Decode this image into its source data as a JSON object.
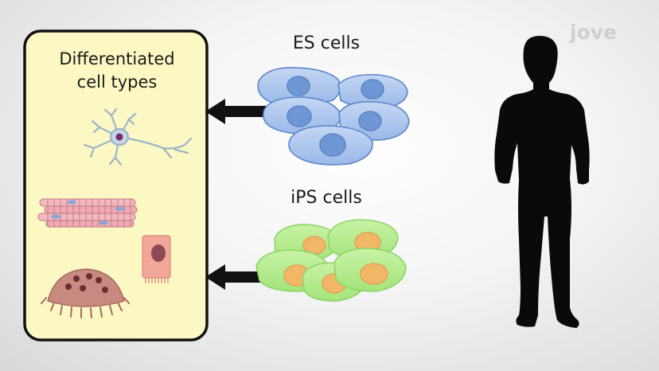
{
  "panel": {
    "title_line1": "Differentiated",
    "title_line2": "cell types"
  },
  "sources": {
    "es": {
      "label": "ES cells",
      "fill": "#a9c4ec",
      "stroke": "#5d86c8",
      "nucleus": "#6f97d6"
    },
    "ips": {
      "label": "iPS cells",
      "fill": "#b5ec8f",
      "stroke": "#8cd466",
      "nucleus": "#f2b766"
    }
  },
  "colors": {
    "panel_fill": "#fcf8c4",
    "panel_border": "#111111",
    "arrow": "#111111",
    "silhouette": "#0a0a0a"
  },
  "logo": {
    "text": "jove"
  }
}
